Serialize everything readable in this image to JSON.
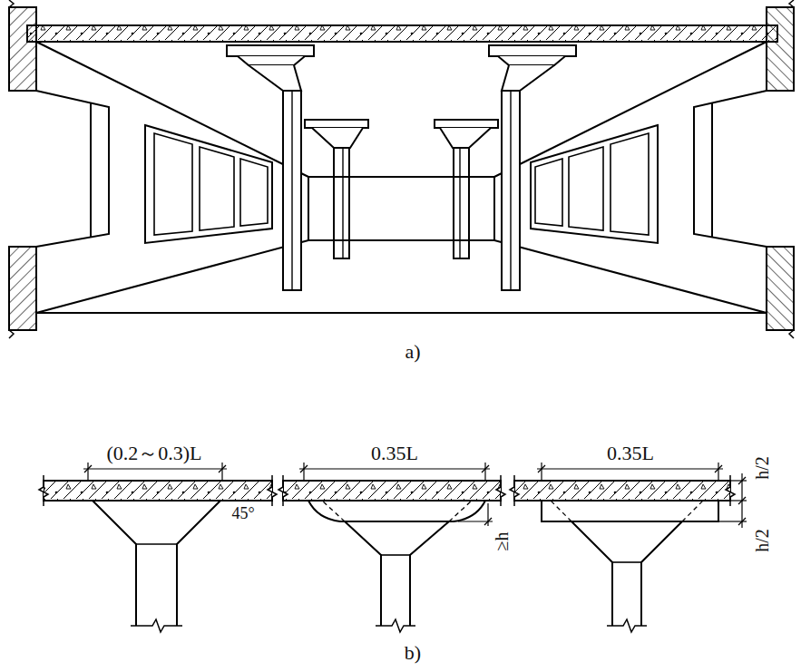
{
  "diagram": {
    "labels": [
      "a)",
      "(0.2～0.3)L",
      "45°",
      "0.35L",
      "≥h",
      "0.35L",
      "h/2",
      "h/2",
      "b)"
    ]
  }
}
